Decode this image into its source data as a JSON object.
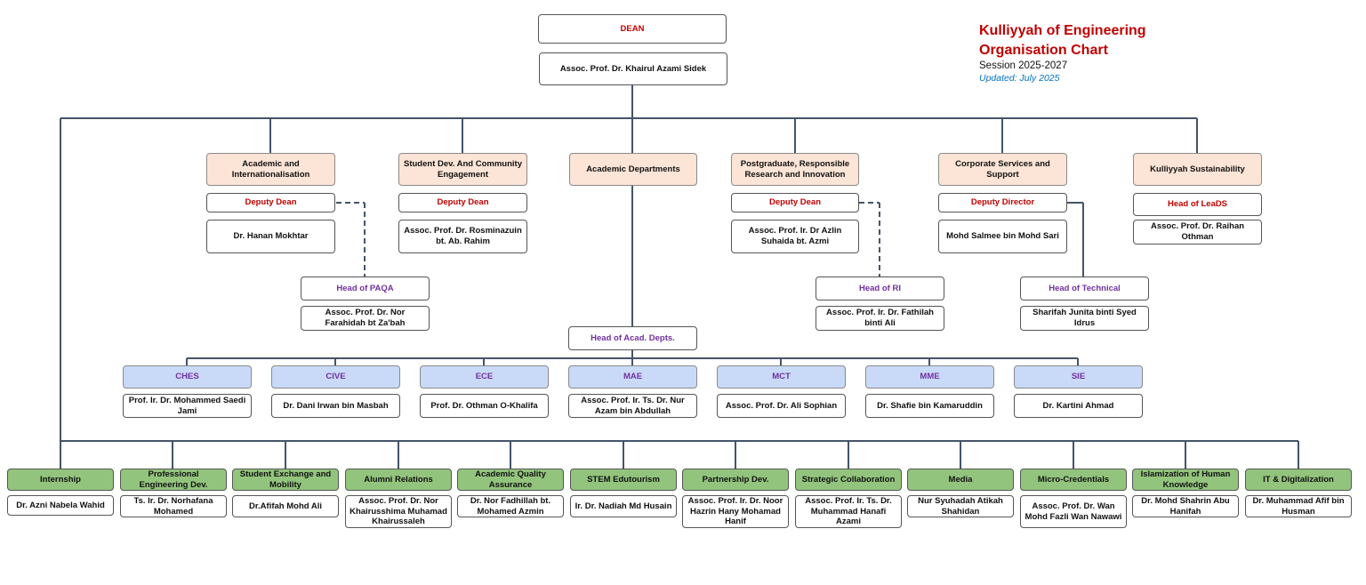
{
  "header": {
    "title_line1": "Kulliyyah of Engineering",
    "title_line2": "Organisation Chart",
    "session": "Session 2025-2027",
    "updated": "Updated: July 2025"
  },
  "dean": {
    "role": "DEAN",
    "name": "Assoc. Prof. Dr. Khairul Azami Sidek"
  },
  "divisions": [
    {
      "title": "Academic and Internationalisation",
      "role": "Deputy Dean",
      "name": "Dr. Hanan Mokhtar"
    },
    {
      "title": "Student Dev. And Community Engagement",
      "role": "Deputy Dean",
      "name": "Assoc. Prof. Dr. Rosminazuin bt. Ab. Rahim"
    },
    {
      "title": "Academic Departments"
    },
    {
      "title": "Postgraduate, Responsible Research and Innovation",
      "role": "Deputy Dean",
      "name": "Assoc. Prof. Ir. Dr Azlin Suhaida bt. Azmi"
    },
    {
      "title": "Corporate Services and Support",
      "role": "Deputy Director",
      "name": "Mohd Salmee bin Mohd Sari"
    },
    {
      "title": "Kulliyyah Sustainability",
      "role": "Head of LeaDS",
      "name": "Assoc. Prof. Dr. Raihan Othman"
    }
  ],
  "heads": [
    {
      "role": "Head of PAQA",
      "name": "Assoc. Prof. Dr. Nor Farahidah bt Za'bah"
    },
    {
      "role": "Head of RI",
      "name": "Assoc. Prof. Ir. Dr. Fathilah binti Ali"
    },
    {
      "role": "Head of Technical",
      "name": "Sharifah Junita binti Syed Idrus"
    }
  ],
  "head_acad": "Head of Acad. Depts.",
  "departments": [
    {
      "code": "CHES",
      "name": "Prof. Ir. Dr. Mohammed Saedi Jami"
    },
    {
      "code": "CIVE",
      "name": "Dr. Dani Irwan bin Masbah"
    },
    {
      "code": "ECE",
      "name": "Prof. Dr. Othman O-Khalifa"
    },
    {
      "code": "MAE",
      "name": "Assoc. Prof. Ir. Ts. Dr. Nur Azam bin Abdullah"
    },
    {
      "code": "MCT",
      "name": "Assoc. Prof. Dr. Ali Sophian"
    },
    {
      "code": "MME",
      "name": "Dr. Shafie bin Kamaruddin"
    },
    {
      "code": "SIE",
      "name": "Dr. Kartini Ahmad"
    }
  ],
  "units": [
    {
      "title": "Internship",
      "name": "Dr. Azni Nabela Wahid"
    },
    {
      "title": "Professional Engineering Dev.",
      "name": "Ts. Ir. Dr. Norhafana Mohamed"
    },
    {
      "title": "Student Exchange and Mobility",
      "name": "Dr.Afifah Mohd Ali"
    },
    {
      "title": "Alumni Relations",
      "name": "Assoc. Prof. Dr. Nor Khairusshima Muhamad Khairussaleh"
    },
    {
      "title": "Academic Quality Assurance",
      "name": "Dr. Nor Fadhillah bt. Mohamed Azmin"
    },
    {
      "title": "STEM Edutourism",
      "name": "Ir. Dr. Nadiah Md Husain"
    },
    {
      "title": "Partnership Dev.",
      "name": "Assoc. Prof. Ir. Dr. Noor Hazrin Hany Mohamad Hanif"
    },
    {
      "title": "Strategic Collaboration",
      "name": "Assoc. Prof. Ir. Ts. Dr. Muhammad Hanafi Azami"
    },
    {
      "title": "Media",
      "name": "Nur Syuhadah Atikah Shahidan"
    },
    {
      "title": "Micro-Credentials",
      "name": "Assoc. Prof. Dr. Wan Mohd Fazli Wan Nawawi"
    },
    {
      "title": "Islamization of Human Knowledge",
      "name": "Dr. Mohd Shahrin Abu Hanifah"
    },
    {
      "title": "IT & Digitalization",
      "name": "Dr. Muhammad Afif bin Husman"
    }
  ]
}
